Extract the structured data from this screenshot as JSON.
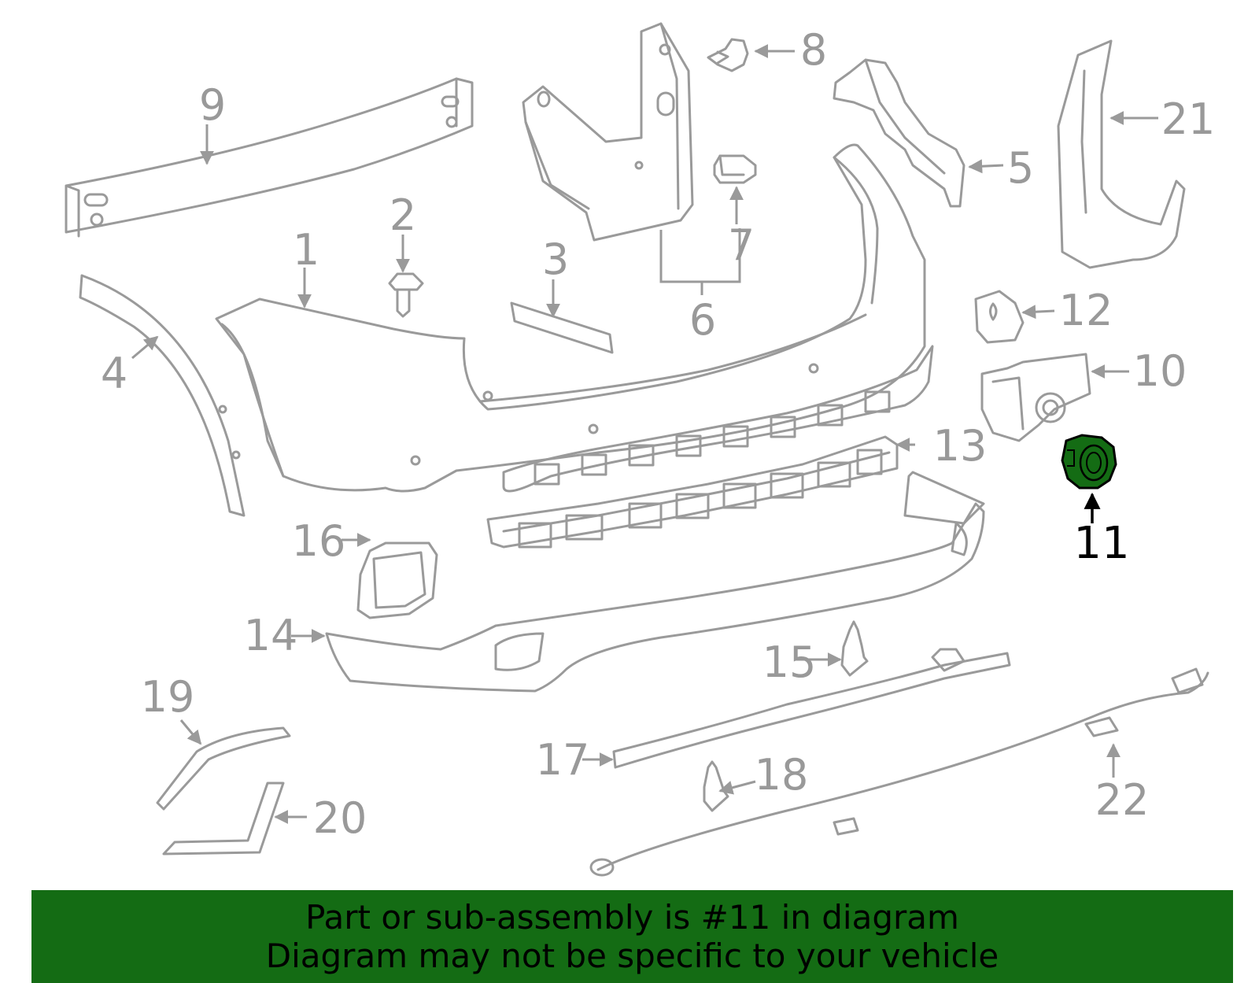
{
  "diagram": {
    "highlight_color": "#146c14",
    "callouts": [
      "1",
      "2",
      "3",
      "4",
      "5",
      "6",
      "7",
      "8",
      "9",
      "10",
      "11",
      "12",
      "13",
      "14",
      "15",
      "16",
      "17",
      "18",
      "19",
      "20",
      "21",
      "22"
    ],
    "highlighted_callout": "11"
  },
  "banner": {
    "line1": "Part or sub-assembly is #11 in diagram",
    "line2": "Diagram may not be specific to your vehicle",
    "background": "#146c14"
  }
}
